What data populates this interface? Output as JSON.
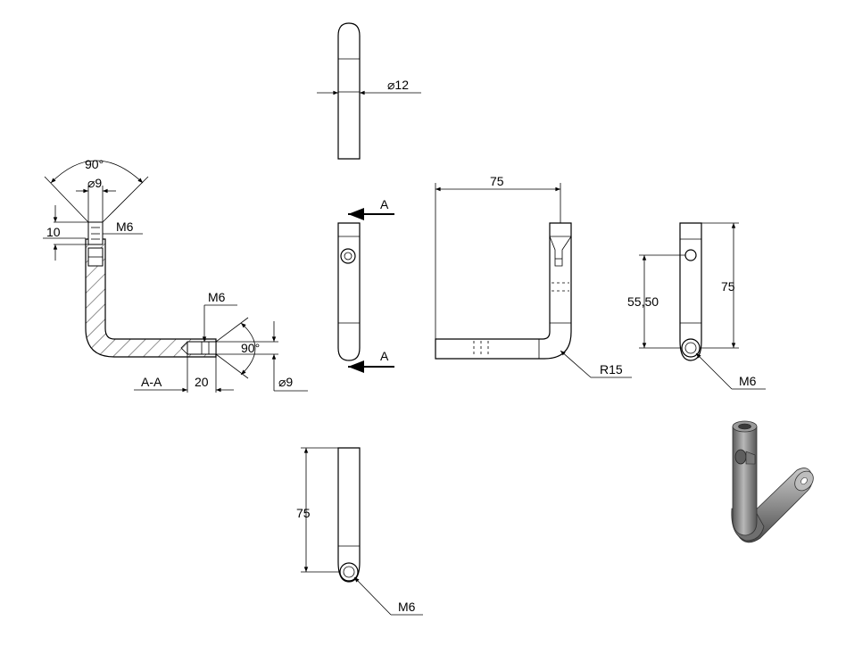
{
  "dims": {
    "top_dia": "⌀12",
    "sec_angle": "90°",
    "sec_dia_top": "⌀9",
    "sec_thread_top": "M6",
    "sec_depth": "10",
    "sec_thread_side": "M6",
    "sec_angle_side": "90°",
    "sec_len": "20",
    "sec_dia_side": "⌀9",
    "section_label": "A-A",
    "cut_a_top": "A",
    "cut_a_bottom": "A",
    "front_width": "75",
    "front_radius": "R15",
    "right_height": "75",
    "right_hole": "55,50",
    "right_thread": "M6",
    "bottom_height": "75",
    "bottom_thread": "M6"
  },
  "colors": {
    "line": "#000000",
    "model_fill": "#8c8c8c",
    "model_dark": "#4a4a4a",
    "model_light": "#c9c9c9"
  }
}
